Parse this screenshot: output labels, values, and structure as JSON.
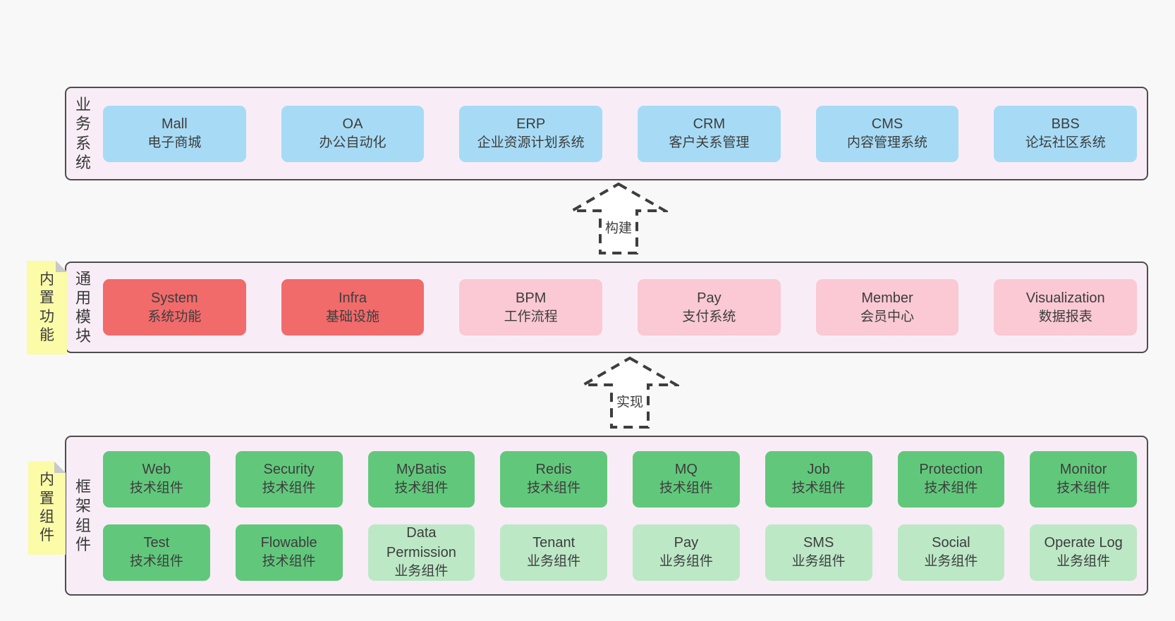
{
  "colors": {
    "page_bg": "#f8f8f8",
    "panel_bg": "#f8edf6",
    "panel_border": "#4d4d4d",
    "blue": "#a7dbf5",
    "red": "#f16b6b",
    "pink": "#fac9d3",
    "green": "#61c87b",
    "green_light": "#bce8c6",
    "sticky_yellow": "#fbfba8",
    "sticky_fold": "#c9c9c9",
    "text": "#3d3d3d"
  },
  "arrows": [
    {
      "label": "构建"
    },
    {
      "label": "实现"
    }
  ],
  "panels": [
    {
      "side_label": "业务系统",
      "boxes": [
        {
          "title": "Mall",
          "subtitle": "电子商城",
          "type": "blue"
        },
        {
          "title": "OA",
          "subtitle": "办公自动化",
          "type": "blue"
        },
        {
          "title": "ERP",
          "subtitle": "企业资源计划系统",
          "type": "blue"
        },
        {
          "title": "CRM",
          "subtitle": "客户关系管理",
          "type": "blue"
        },
        {
          "title": "CMS",
          "subtitle": "内容管理系统",
          "type": "blue"
        },
        {
          "title": "BBS",
          "subtitle": "论坛社区系统",
          "type": "blue"
        }
      ]
    },
    {
      "side_label": "通用模块",
      "sticky_note": "内置功能",
      "boxes": [
        {
          "title": "System",
          "subtitle": "系统功能",
          "type": "red"
        },
        {
          "title": "Infra",
          "subtitle": "基础设施",
          "type": "red"
        },
        {
          "title": "BPM",
          "subtitle": "工作流程",
          "type": "pink"
        },
        {
          "title": "Pay",
          "subtitle": "支付系统",
          "type": "pink"
        },
        {
          "title": "Member",
          "subtitle": "会员中心",
          "type": "pink"
        },
        {
          "title": "Visualization",
          "subtitle": "数据报表",
          "type": "pink"
        }
      ]
    },
    {
      "side_label": "框架组件",
      "sticky_note": "内置组件",
      "box_rows": [
        [
          {
            "title": "Web",
            "subtitle": "技术组件",
            "type": "green"
          },
          {
            "title": "Security",
            "subtitle": "技术组件",
            "type": "green"
          },
          {
            "title": "MyBatis",
            "subtitle": "技术组件",
            "type": "green"
          },
          {
            "title": "Redis",
            "subtitle": "技术组件",
            "type": "green"
          },
          {
            "title": "MQ",
            "subtitle": "技术组件",
            "type": "green"
          },
          {
            "title": "Job",
            "subtitle": "技术组件",
            "type": "green"
          },
          {
            "title": "Protection",
            "subtitle": "技术组件",
            "type": "green"
          },
          {
            "title": "Monitor",
            "subtitle": "技术组件",
            "type": "green"
          }
        ],
        [
          {
            "title": "Test",
            "subtitle": "技术组件",
            "type": "green"
          },
          {
            "title": "Flowable",
            "subtitle": "技术组件",
            "type": "green"
          },
          {
            "title": "Data Permission",
            "subtitle": "业务组件",
            "type": "green-light"
          },
          {
            "title": "Tenant",
            "subtitle": "业务组件",
            "type": "green-light"
          },
          {
            "title": "Pay",
            "subtitle": "业务组件",
            "type": "green-light"
          },
          {
            "title": "SMS",
            "subtitle": "业务组件",
            "type": "green-light"
          },
          {
            "title": "Social",
            "subtitle": "业务组件",
            "type": "green-light"
          },
          {
            "title": "Operate Log",
            "subtitle": "业务组件",
            "type": "green-light"
          }
        ]
      ]
    }
  ]
}
